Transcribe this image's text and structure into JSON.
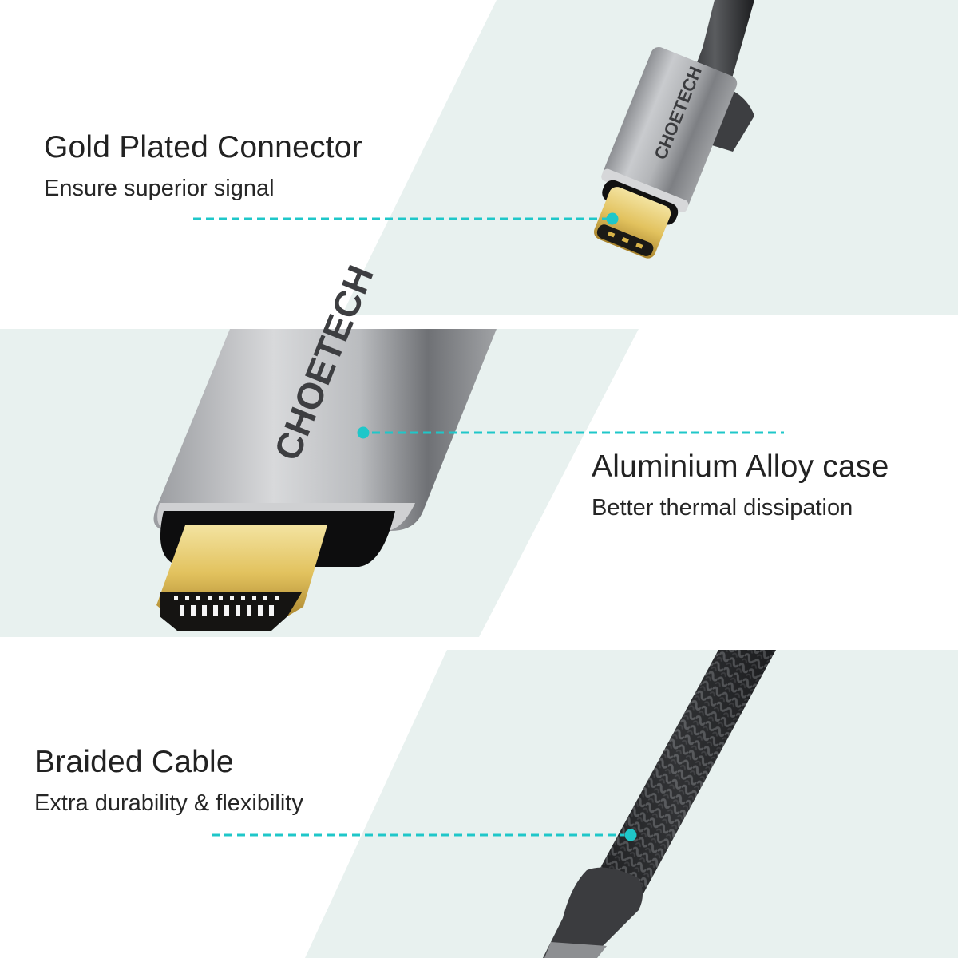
{
  "colors": {
    "panel_tint": "#e8f1ef",
    "accent_teal": "#1fc7c9",
    "text": "#222222",
    "aluminium": "#a9abae",
    "gold": "#d9b449"
  },
  "brand": {
    "logo_text": "CHOETECH"
  },
  "features": [
    {
      "title": "Gold Plated Connector",
      "subtitle": "Ensure superior signal",
      "icon": "usb-c-connector"
    },
    {
      "title": "Aluminium Alloy case",
      "subtitle": "Better thermal dissipation",
      "icon": "hdmi-connector"
    },
    {
      "title": "Braided Cable",
      "subtitle": "Extra durability & flexibility",
      "icon": "braided-cable"
    }
  ]
}
